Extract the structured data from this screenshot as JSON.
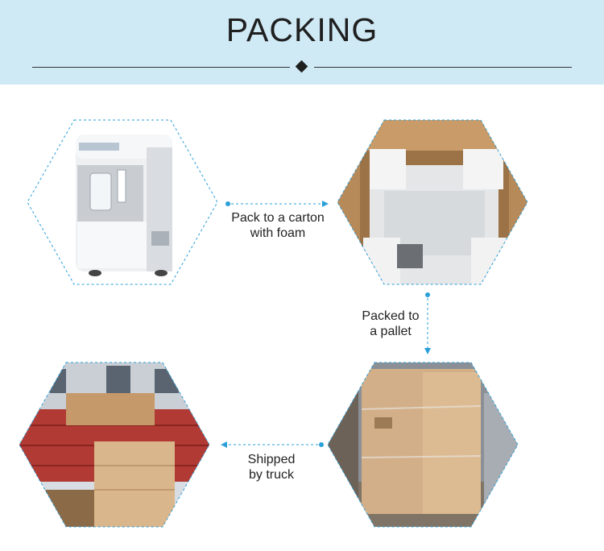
{
  "header": {
    "title": "PACKING"
  },
  "steps": [
    {
      "caption_lines": [
        "Pack to a carton",
        "with foam"
      ]
    },
    {
      "caption_lines": [
        "Packed to",
        "a pallet"
      ]
    },
    {
      "caption_lines": [
        "Shipped",
        "by truck"
      ]
    }
  ],
  "colors": {
    "banner": "#cfe9f5",
    "accent": "#2a9fd8",
    "text": "#222222"
  }
}
